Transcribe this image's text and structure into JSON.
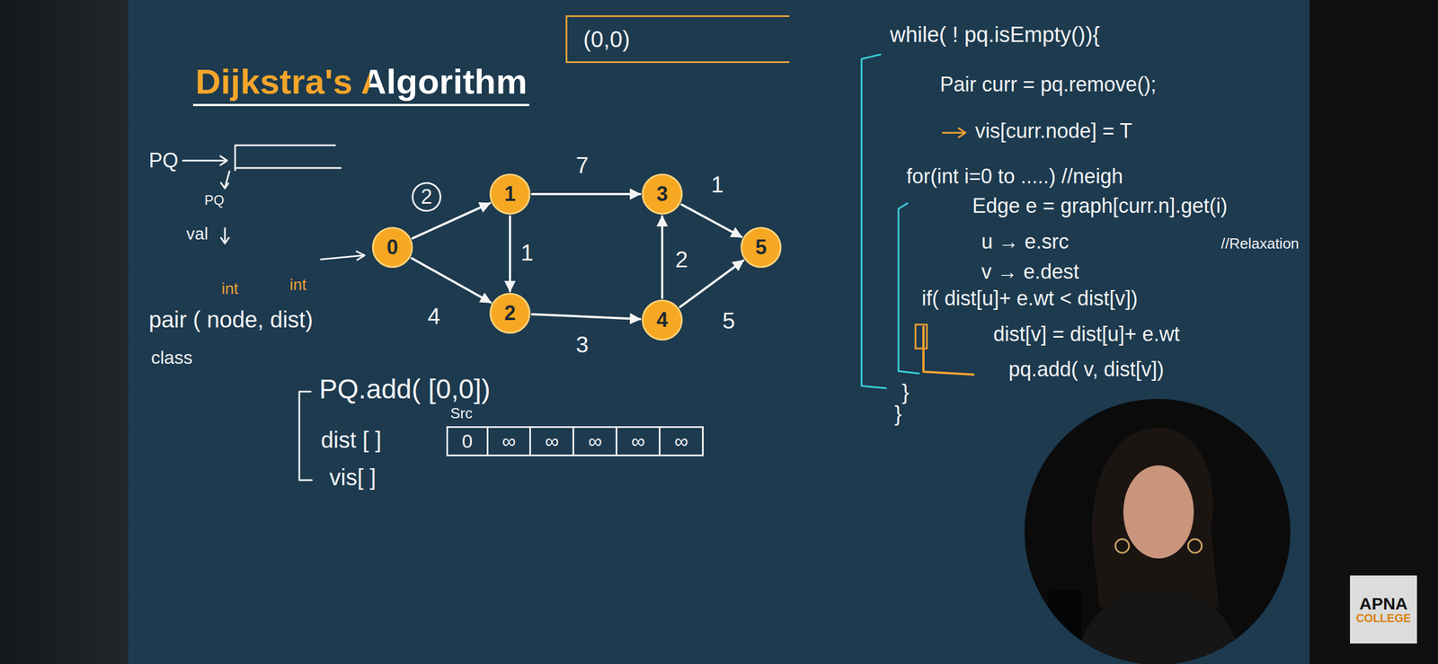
{
  "diagram": {
    "title": "Dijkstra's Algorithm",
    "nodes": [
      {
        "text": [
          "(0,0)"
        ]
      },
      {
        "text": [
          "0"
        ]
      },
      {
        "text": [
          "1"
        ]
      },
      {
        "text": [
          "2"
        ]
      },
      {
        "text": [
          "3"
        ]
      },
      {
        "text": [
          "4"
        ]
      },
      {
        "text": [
          "5"
        ]
      },
      {
        "text": [
          "0",
          "∞",
          "∞",
          "∞",
          "∞",
          "∞"
        ]
      },
      {
        "text": [
          "APNA",
          "COLLEGE"
        ]
      }
    ],
    "edges": [
      {
        "from": 1,
        "to": 2,
        "label": "2",
        "arrow": "to"
      },
      {
        "from": 1,
        "to": 3,
        "label": "4",
        "arrow": "to"
      },
      {
        "from": 2,
        "to": 4,
        "label": "7",
        "arrow": "to"
      },
      {
        "from": 2,
        "to": 3,
        "label": "1",
        "arrow": "to"
      },
      {
        "from": 3,
        "to": 5,
        "label": "3",
        "arrow": "to"
      },
      {
        "from": 5,
        "to": 4,
        "label": "2",
        "arrow": "to"
      },
      {
        "from": 4,
        "to": 6,
        "label": "1",
        "arrow": "to"
      },
      {
        "from": 5,
        "to": 6,
        "label": "5",
        "arrow": "to"
      }
    ],
    "labels": [
      "PQ",
      "PQ",
      "val",
      "int",
      "int",
      "pair ( node, dist)",
      "class",
      "PQ.add( [0,0])",
      "Src",
      "dist [ ]",
      "vis[ ]",
      "while( ! pq.isEmpty()){",
      "Pair curr = pq.remove();",
      "vis[curr.node] = T",
      "for(int i=0 to .....) //neigh",
      "Edge e = graph[curr.n].get(i)",
      "u → e.src",
      "//Relaxation",
      "v → e.dest",
      "if( dist[u]+ e.wt < dist[v])",
      "dist[v] = dist[u]+ e.wt",
      "pq.add( v, dist[v])",
      "}",
      "}"
    ]
  }
}
